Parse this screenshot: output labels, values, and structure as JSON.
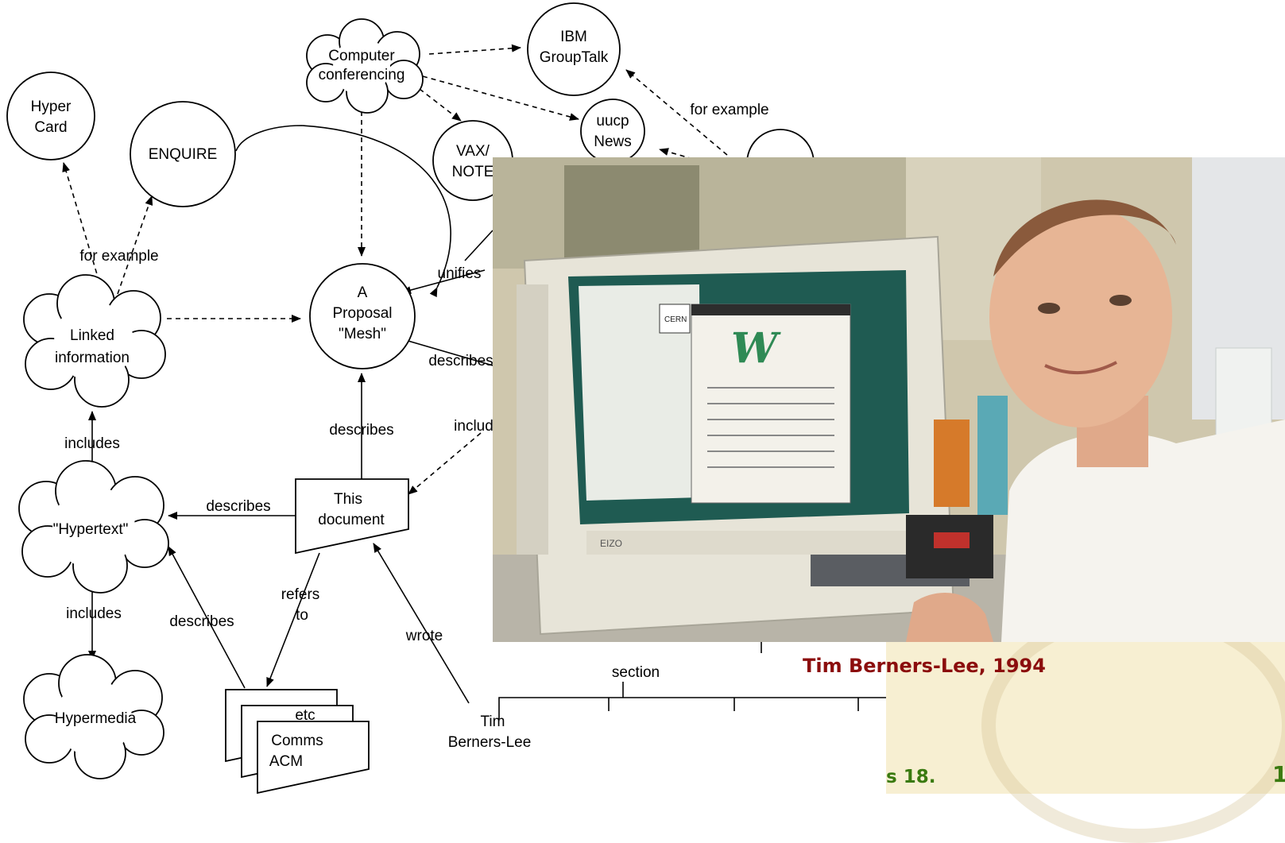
{
  "diagram": {
    "nodes": {
      "computer_conferencing": [
        "Computer",
        "conferencing"
      ],
      "ibm_grouptalk": [
        "IBM",
        "GroupTalk"
      ],
      "hypercard": [
        "Hyper",
        "Card"
      ],
      "enquire": "ENQUIRE",
      "uucp_news": [
        "uucp",
        "News"
      ],
      "vax_notes": [
        "VAX/",
        "NOTE"
      ],
      "linked_information": [
        "Linked",
        "information"
      ],
      "proposal_mesh": [
        "A",
        "Proposal",
        "\"Mesh\""
      ],
      "hypertext": "\"Hypertext\"",
      "hypermedia": "Hypermedia",
      "this_document": [
        "This",
        "document"
      ],
      "comms_acm": [
        "Comms",
        "ACM"
      ],
      "etc": "etc",
      "tim_berners_lee": [
        "Tim",
        "Berners-Lee"
      ]
    },
    "edge_labels": {
      "for_example_top": "for example",
      "for_example_left": "for example",
      "unifies": "unifies",
      "describes_right": "describes",
      "includes_right": "includ",
      "describes_center": "describes",
      "includes_upper": "includes",
      "describes_hypertext": "describes",
      "includes_lower": "includes",
      "describes_lower": "describes",
      "refers_to": [
        "refers",
        "to"
      ],
      "wrote": "wrote",
      "section": "section"
    }
  },
  "photo": {
    "caption": "Tim Berners-Lee, 1994",
    "screen_logo": "W",
    "screen_badge": "CERN",
    "monitor_brand": "EIZO"
  },
  "slide": {
    "footnote": "s 18.",
    "page_number": "1"
  }
}
